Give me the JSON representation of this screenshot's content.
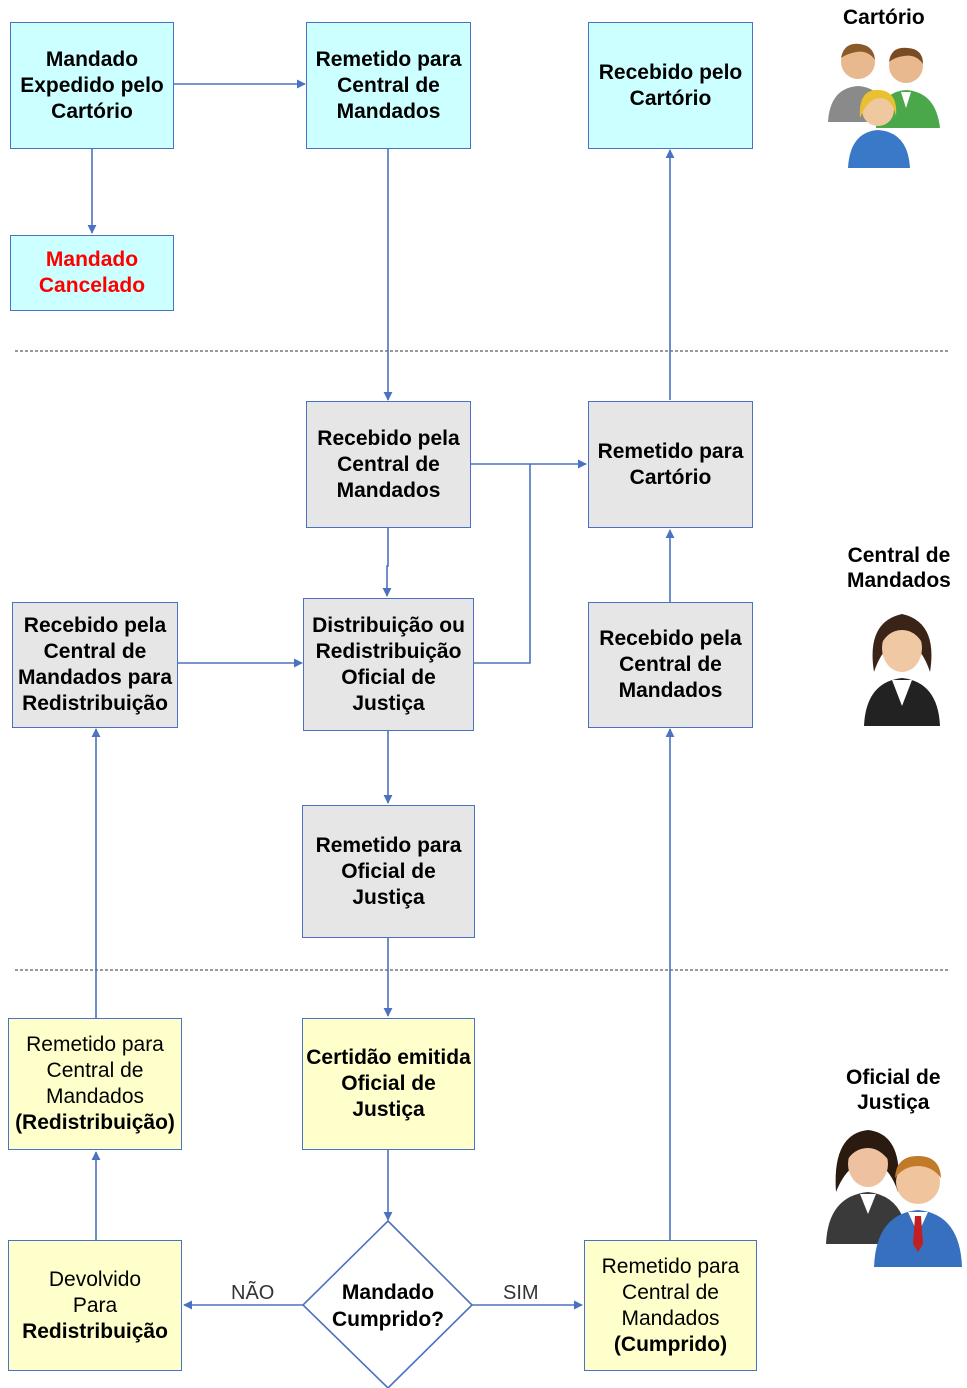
{
  "lanes": {
    "cartorio": "Cartório",
    "central": [
      "Central de",
      "Mandados"
    ],
    "oficial": [
      "Oficial de",
      "Justiça"
    ]
  },
  "boxes": {
    "mandado_expedido": [
      "Mandado",
      "Expedido pelo",
      "Cartório"
    ],
    "remetido_central_1": [
      "Remetido para",
      "Central de",
      "Mandados"
    ],
    "recebido_pelo_cartorio": [
      "Recebido pelo",
      "Cartório"
    ],
    "mandado_cancelado": [
      "Mandado",
      "Cancelado"
    ],
    "recebido_central_1": [
      "Recebido pela",
      "Central de",
      "Mandados"
    ],
    "remetido_cartorio": [
      "Remetido para",
      "Cartório"
    ],
    "recebido_redistribuicao": [
      "Recebido pela",
      "Central de",
      "Mandados para",
      "Redistribuição"
    ],
    "distribuicao": [
      "Distribuição ou",
      "Redistribuição",
      "Oficial de",
      "Justiça"
    ],
    "recebido_central_2": [
      "Recebido pela",
      "Central de",
      "Mandados"
    ],
    "remetido_oficial": [
      "Remetido para",
      "Oficial de",
      "Justiça"
    ],
    "remetido_redistribuicao": [
      "Remetido para",
      "Central de",
      "Mandados",
      "(Redistribuição)"
    ],
    "certidao": [
      "Certidão emitida",
      "Oficial de",
      "Justiça"
    ],
    "devolvido": [
      "Devolvido",
      "Para",
      "Redistribuição"
    ],
    "remetido_cumprido": [
      "Remetido para",
      "Central de",
      "Mandados",
      "(Cumprido)"
    ]
  },
  "decision": [
    "Mandado",
    "Cumprido?"
  ],
  "edge_labels": {
    "no": "NÃO",
    "yes": "SIM"
  },
  "colors": {
    "cartorio_fill": "#ccffff",
    "central_fill": "#e6e6e6",
    "oficial_fill": "#ffffcc",
    "border": "#4a72c0",
    "cancelled_text": "#ff0000"
  },
  "icons": {
    "cartorio": "people-group-icon",
    "central": "businesswoman-icon",
    "oficial": "couple-icon"
  }
}
